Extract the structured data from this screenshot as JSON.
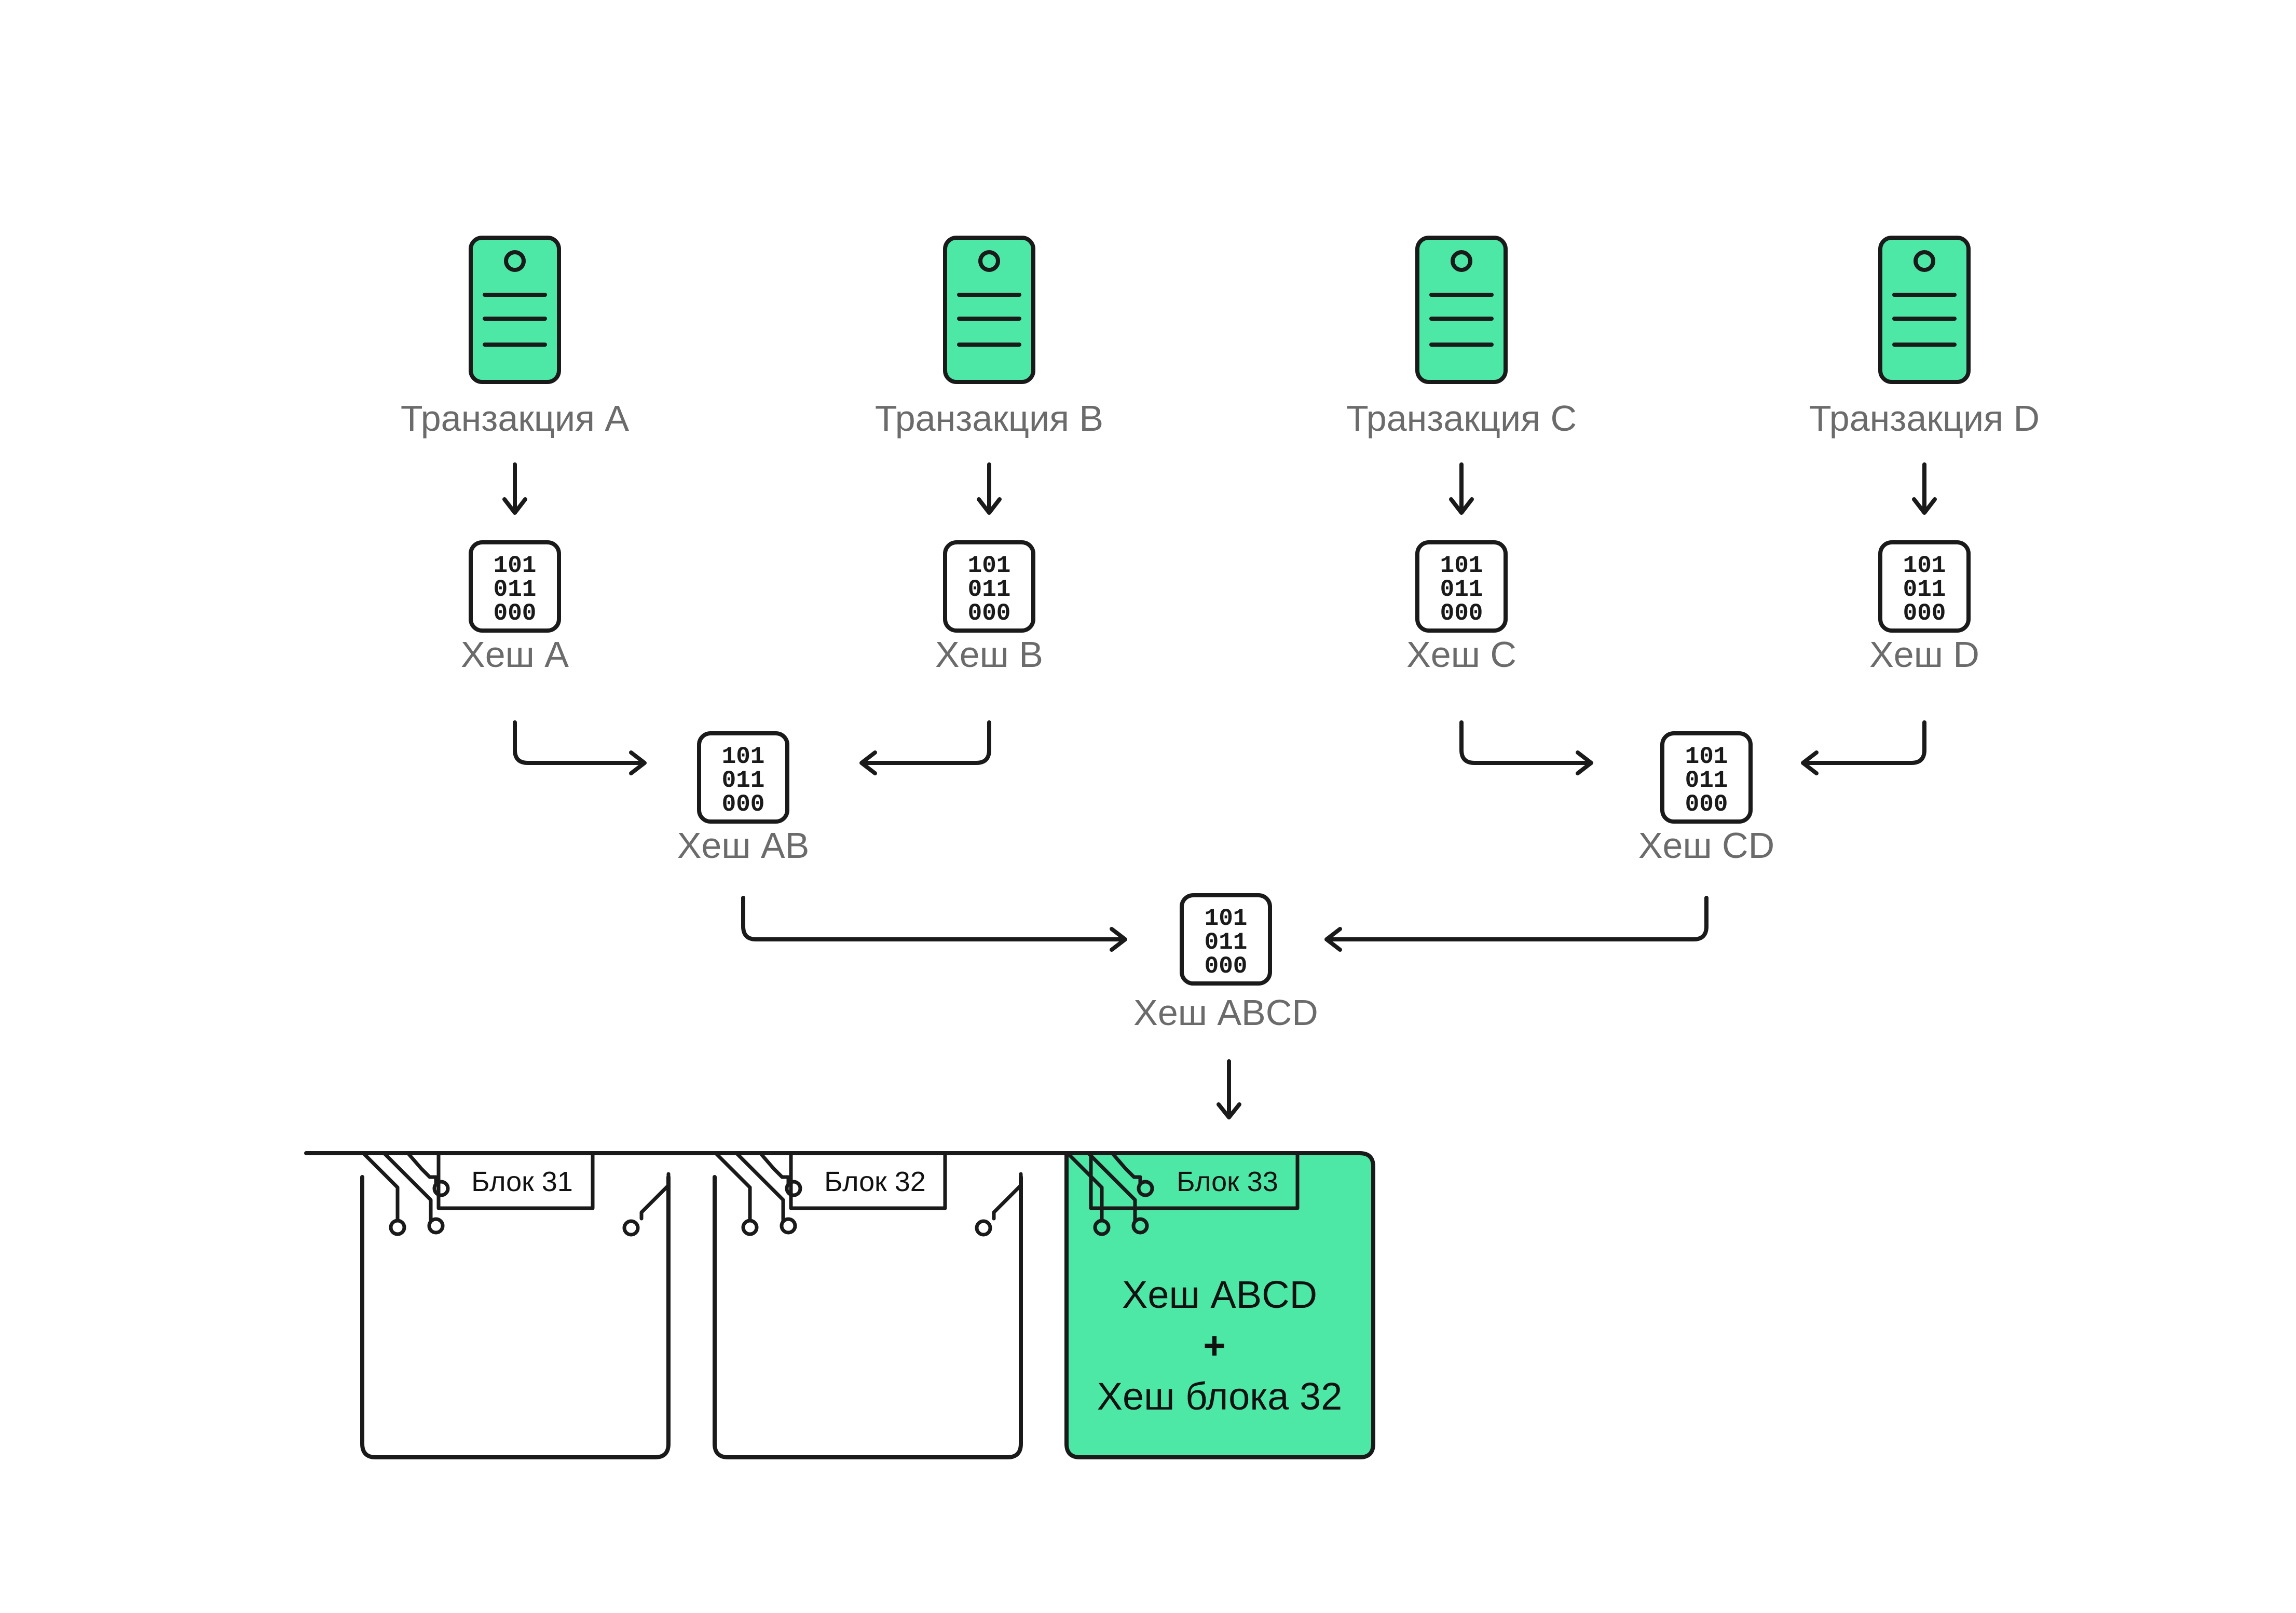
{
  "colors": {
    "accent": "#4de8a6",
    "stroke": "#1a1a1a",
    "label": "#6b6b6b"
  },
  "transactions": [
    {
      "label": "Транзакция A",
      "icon": "server-icon"
    },
    {
      "label": "Транзакция B",
      "icon": "server-icon"
    },
    {
      "label": "Транзакция C",
      "icon": "server-icon"
    },
    {
      "label": "Транзакция D",
      "icon": "server-icon"
    }
  ],
  "hashes": [
    {
      "label": "Хеш A",
      "icon": "binary-hash-icon"
    },
    {
      "label": "Хеш B",
      "icon": "binary-hash-icon"
    },
    {
      "label": "Хеш C",
      "icon": "binary-hash-icon"
    },
    {
      "label": "Хеш D",
      "icon": "binary-hash-icon"
    }
  ],
  "pair_hashes": [
    {
      "label": "Хеш AB",
      "icon": "binary-hash-icon"
    },
    {
      "label": "Хеш CD",
      "icon": "binary-hash-icon"
    }
  ],
  "root_hash": {
    "label": "Хеш ABCD",
    "icon": "binary-hash-icon"
  },
  "bits_pattern": [
    "101",
    "011",
    "000"
  ],
  "blocks": [
    {
      "label": "Блок 31",
      "highlighted": false
    },
    {
      "label": "Блок 32",
      "highlighted": false
    },
    {
      "label": "Блок 33",
      "highlighted": true,
      "content": {
        "line1": "Хеш ABCD",
        "plus": "+",
        "line2": "Хеш блока 32"
      }
    }
  ]
}
